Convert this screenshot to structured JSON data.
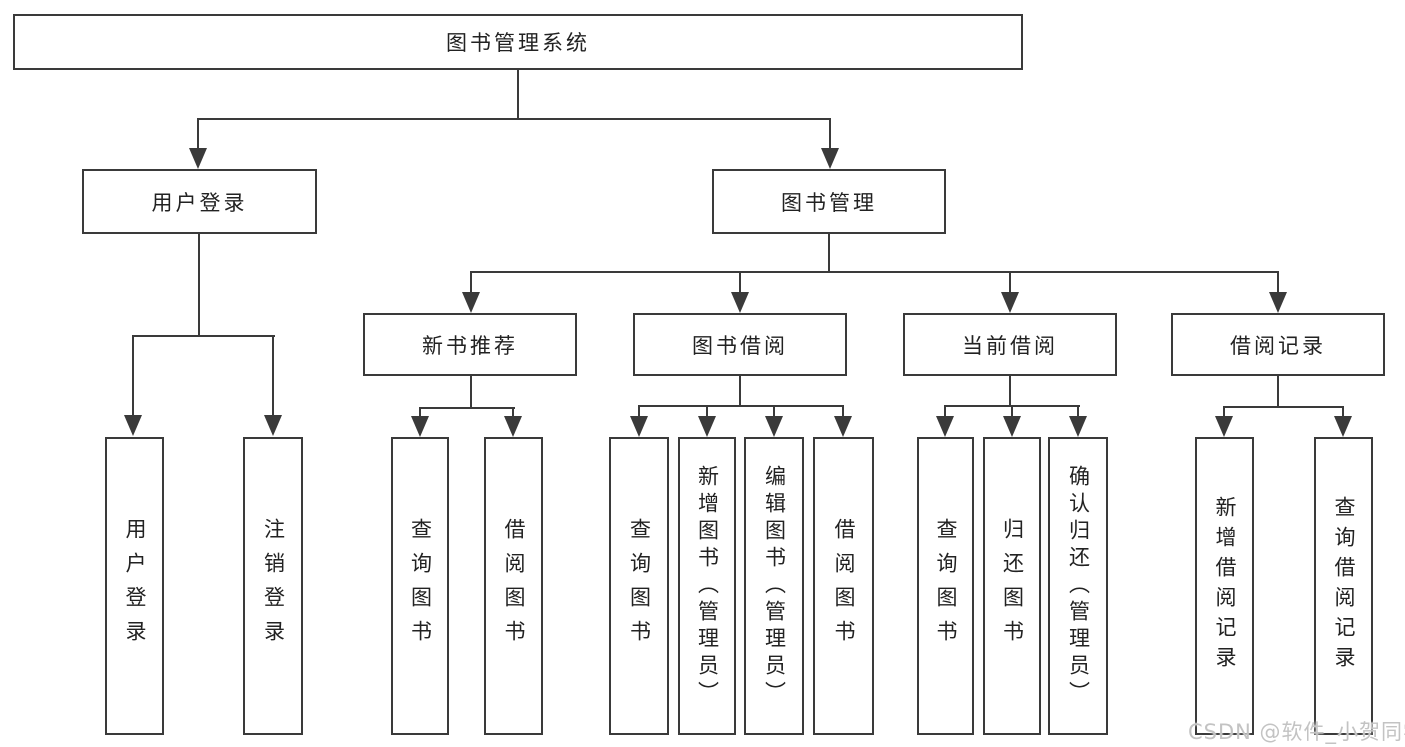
{
  "diagram": {
    "title": "图书管理系统",
    "colors": {
      "line": "#3a3a3a",
      "text": "#222222",
      "background": "#ffffff",
      "watermark": "#c3c3c3"
    },
    "nodes": {
      "root": {
        "label": "图书管理系统"
      },
      "branches": [
        {
          "label": "用户登录"
        },
        {
          "label": "图书管理"
        }
      ],
      "modules": [
        {
          "label": "新书推荐"
        },
        {
          "label": "图书借阅"
        },
        {
          "label": "当前借阅"
        },
        {
          "label": "借阅记录"
        }
      ],
      "leaves": [
        {
          "label": "用户登录",
          "parent": "用户登录"
        },
        {
          "label": "注销登录",
          "parent": "用户登录"
        },
        {
          "label": "查询图书",
          "parent": "新书推荐"
        },
        {
          "label": "借阅图书",
          "parent": "新书推荐"
        },
        {
          "label": "查询图书",
          "parent": "图书借阅"
        },
        {
          "label": "新增图书（管理员）",
          "parent": "图书借阅"
        },
        {
          "label": "编辑图书（管理员）",
          "parent": "图书借阅"
        },
        {
          "label": "借阅图书",
          "parent": "图书借阅"
        },
        {
          "label": "查询图书",
          "parent": "当前借阅"
        },
        {
          "label": "归还图书",
          "parent": "当前借阅"
        },
        {
          "label": "确认归还（管理员）",
          "parent": "当前借阅"
        },
        {
          "label": "新增借阅记录",
          "parent": "借阅记录"
        },
        {
          "label": "查询借阅记录",
          "parent": "借阅记录"
        }
      ]
    },
    "watermark": "CSDN @软件_小贺同学"
  }
}
